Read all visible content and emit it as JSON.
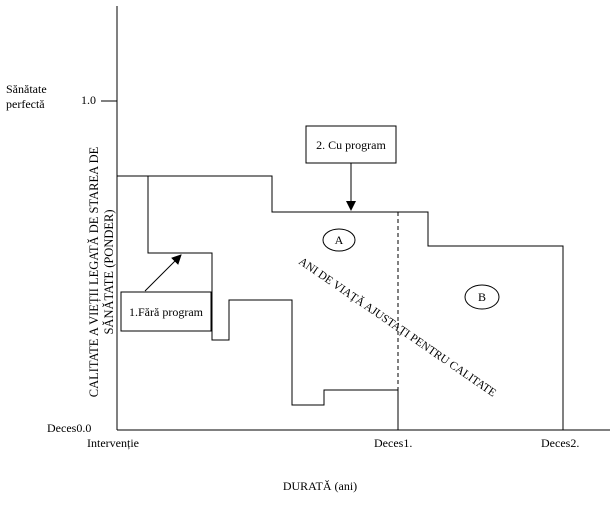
{
  "y_axis": {
    "top_label_line1": "Sănătate",
    "top_label_line2": "perfectă",
    "tick_top": "1.0",
    "tick_bottom": "Deces0.0",
    "title_line1": "CALITATE A VIEȚII LEGATĂ DE STAREA DE",
    "title_line2": "SĂNĂTATE (PONDER)"
  },
  "x_axis": {
    "tick_start": "Intervenție",
    "tick_death1": "Deces1.",
    "tick_death2": "Deces2.",
    "title": "DURATĂ (ani)"
  },
  "callouts": {
    "with_program": "2. Cu program",
    "without_program": "1.Fără program"
  },
  "regions": {
    "a": "A",
    "b": "B",
    "qaly_label": "ANI DE VIAȚĂ AJUSTAȚI PENTRU CALITATE"
  },
  "colors": {
    "line": "#000000",
    "background": "#ffffff"
  }
}
